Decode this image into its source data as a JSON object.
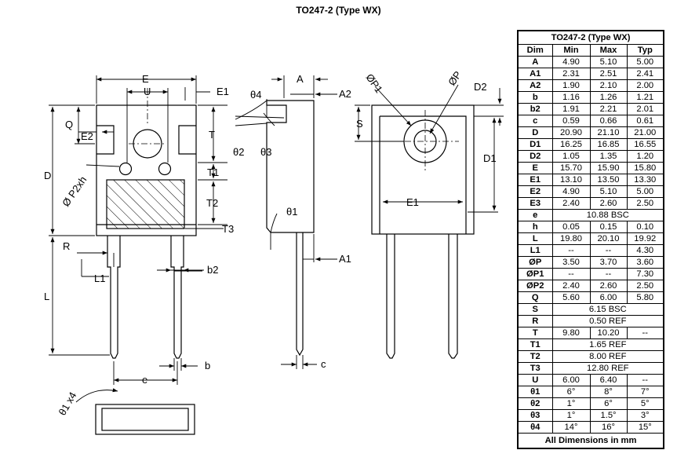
{
  "header": {
    "title": "TO247-2 (Type WX)"
  },
  "drawing_labels": {
    "E": "E",
    "U": "U",
    "E1": "E1",
    "Q": "Q",
    "E2": "E2",
    "D": "D",
    "P2xh": "Ø P2xh",
    "T": "T",
    "T1": "T1",
    "T2": "T2",
    "T3": "T3",
    "R": "R",
    "L1": "L1",
    "b2": "b2",
    "L": "L",
    "e": "e",
    "b": "b",
    "theta1x4": "θ1 x4",
    "A": "A",
    "A2": "A2",
    "theta4": "θ4",
    "theta2": "θ2",
    "theta3": "θ3",
    "theta1": "θ1",
    "A1": "A1",
    "c": "c",
    "P1": "ØP1",
    "P": "ØP",
    "D2": "D2",
    "S": "S",
    "D1": "D1",
    "E1_back": "E1"
  },
  "table": {
    "caption": "TO247-2 (Type WX)",
    "headers": [
      "Dim",
      "Min",
      "Max",
      "Typ"
    ],
    "rows": [
      {
        "dim": "A",
        "min": "4.90",
        "max": "5.10",
        "typ": "5.00"
      },
      {
        "dim": "A1",
        "min": "2.31",
        "max": "2.51",
        "typ": "2.41"
      },
      {
        "dim": "A2",
        "min": "1.90",
        "max": "2.10",
        "typ": "2.00"
      },
      {
        "dim": "b",
        "min": "1.16",
        "max": "1.26",
        "typ": "1.21"
      },
      {
        "dim": "b2",
        "min": "1.91",
        "max": "2.21",
        "typ": "2.01"
      },
      {
        "dim": "c",
        "min": "0.59",
        "max": "0.66",
        "typ": "0.61"
      },
      {
        "dim": "D",
        "min": "20.90",
        "max": "21.10",
        "typ": "21.00"
      },
      {
        "dim": "D1",
        "min": "16.25",
        "max": "16.85",
        "typ": "16.55"
      },
      {
        "dim": "D2",
        "min": "1.05",
        "max": "1.35",
        "typ": "1.20"
      },
      {
        "dim": "E",
        "min": "15.70",
        "max": "15.90",
        "typ": "15.80"
      },
      {
        "dim": "E1",
        "min": "13.10",
        "max": "13.50",
        "typ": "13.30"
      },
      {
        "dim": "E2",
        "min": "4.90",
        "max": "5.10",
        "typ": "5.00"
      },
      {
        "dim": "E3",
        "min": "2.40",
        "max": "2.60",
        "typ": "2.50"
      },
      {
        "dim": "e",
        "span": "10.88 BSC"
      },
      {
        "dim": "h",
        "min": "0.05",
        "max": "0.15",
        "typ": "0.10"
      },
      {
        "dim": "L",
        "min": "19.80",
        "max": "20.10",
        "typ": "19.92"
      },
      {
        "dim": "L1",
        "min": "--",
        "max": "--",
        "typ": "4.30"
      },
      {
        "dim": "ØP",
        "min": "3.50",
        "max": "3.70",
        "typ": "3.60"
      },
      {
        "dim": "ØP1",
        "min": "--",
        "max": "--",
        "typ": "7.30"
      },
      {
        "dim": "ØP2",
        "min": "2.40",
        "max": "2.60",
        "typ": "2.50"
      },
      {
        "dim": "Q",
        "min": "5.60",
        "max": "6.00",
        "typ": "5.80"
      },
      {
        "dim": "S",
        "span": "6.15 BSC"
      },
      {
        "dim": "R",
        "span": "0.50 REF"
      },
      {
        "dim": "T",
        "min": "9.80",
        "max": "10.20",
        "typ": "--"
      },
      {
        "dim": "T1",
        "span": "1.65 REF"
      },
      {
        "dim": "T2",
        "span": "8.00 REF"
      },
      {
        "dim": "T3",
        "span": "12.80 REF"
      },
      {
        "dim": "U",
        "min": "6.00",
        "max": "6.40",
        "typ": "--"
      },
      {
        "dim": "θ1",
        "min": "6°",
        "max": "8°",
        "typ": "7°"
      },
      {
        "dim": "θ2",
        "min": "1°",
        "max": "6°",
        "typ": "5°"
      },
      {
        "dim": "θ3",
        "min": "1°",
        "max": "1.5°",
        "typ": "3°"
      },
      {
        "dim": "θ4",
        "min": "14°",
        "max": "16°",
        "typ": "15°"
      }
    ],
    "footer": "All Dimensions in mm"
  }
}
